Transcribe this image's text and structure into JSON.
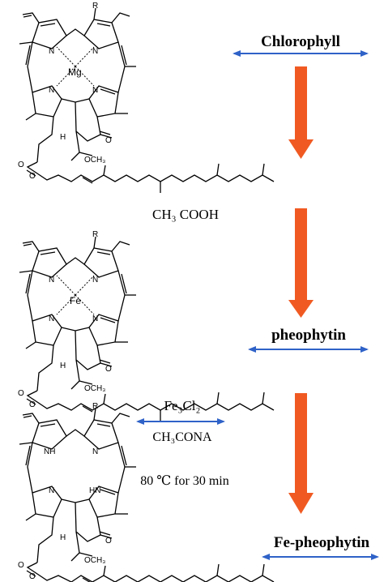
{
  "labels": {
    "chlorophyll": "Chlorophyll",
    "pheophytin": "pheophytin",
    "fe_pheophytin": "Fe-pheophytin",
    "acetic_acid": "CH₃ COOH",
    "fe3cl2": "Fe₃Cl₂",
    "ch3cona": "CH₃CONA",
    "conditions": "80 ℃ for 30 min"
  },
  "atoms": {
    "mg": "Mg",
    "fe": "Fe",
    "n": "N",
    "nh": "NH",
    "hn": "HN",
    "r": "R",
    "o": "O",
    "h": "H",
    "och3": "OCH₃"
  },
  "colors": {
    "down_arrow": "#f05a22",
    "double_arrow": "#2f62c8",
    "structure": "#000000"
  }
}
